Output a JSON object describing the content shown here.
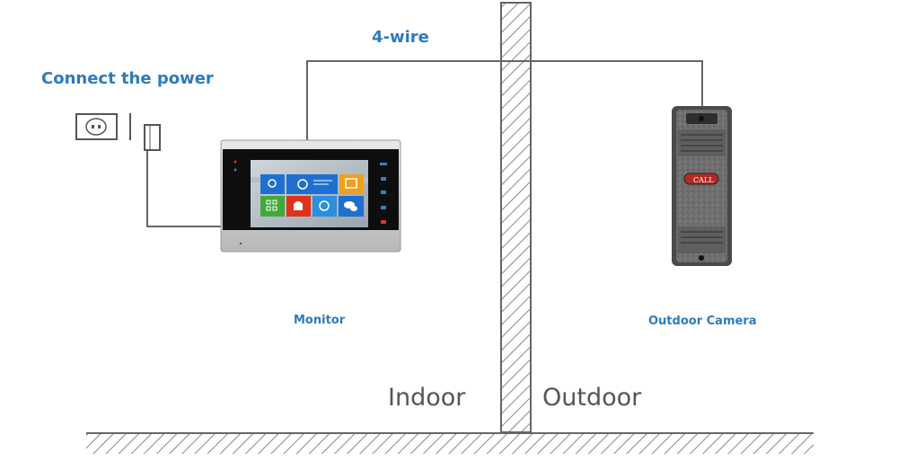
{
  "labels": {
    "wire": "4-wire",
    "power": "Connect the power",
    "monitor": "Monitor",
    "camera": "Outdoor Camera",
    "indoor": "Indoor",
    "outdoor": "Outdoor",
    "call_button": "CALL"
  },
  "colors": {
    "label_blue": "#2e7bbd",
    "zone_gray": "#555555",
    "wire": "#666666",
    "monitor_frame": "#c8c8c8",
    "camera_body": "#6b6b6b"
  },
  "icons": [
    "settings-icon",
    "alarm-clock-icon",
    "photo-icon",
    "apps-grid-icon",
    "alarm-icon",
    "intercom-icon",
    "messages-icon"
  ]
}
